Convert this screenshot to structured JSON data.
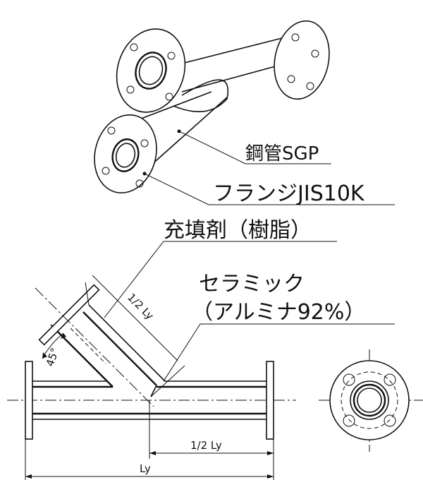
{
  "labels": {
    "steel_pipe": "鋼管SGP",
    "flange": "フランジJIS10K",
    "filler": "充填剤（樹脂）",
    "ceramic_line1": "セラミック",
    "ceramic_line2": "（アルミナ92%）",
    "branch_dim": "1/2 Ly",
    "angle": "45°",
    "half_length": "1/2 Ly",
    "total_length": "Ly"
  }
}
